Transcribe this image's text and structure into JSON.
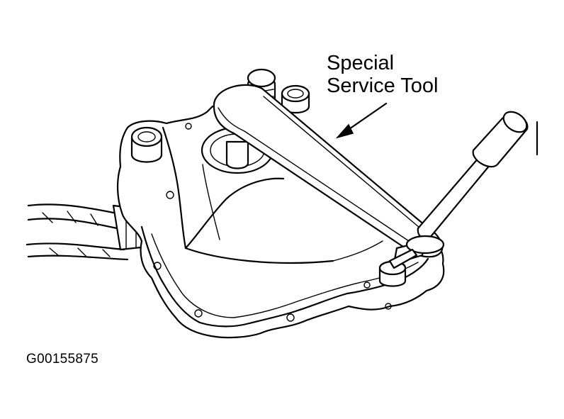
{
  "callout": {
    "line1": "Special",
    "line2": "Service Tool"
  },
  "figure_id": "G00155875"
}
